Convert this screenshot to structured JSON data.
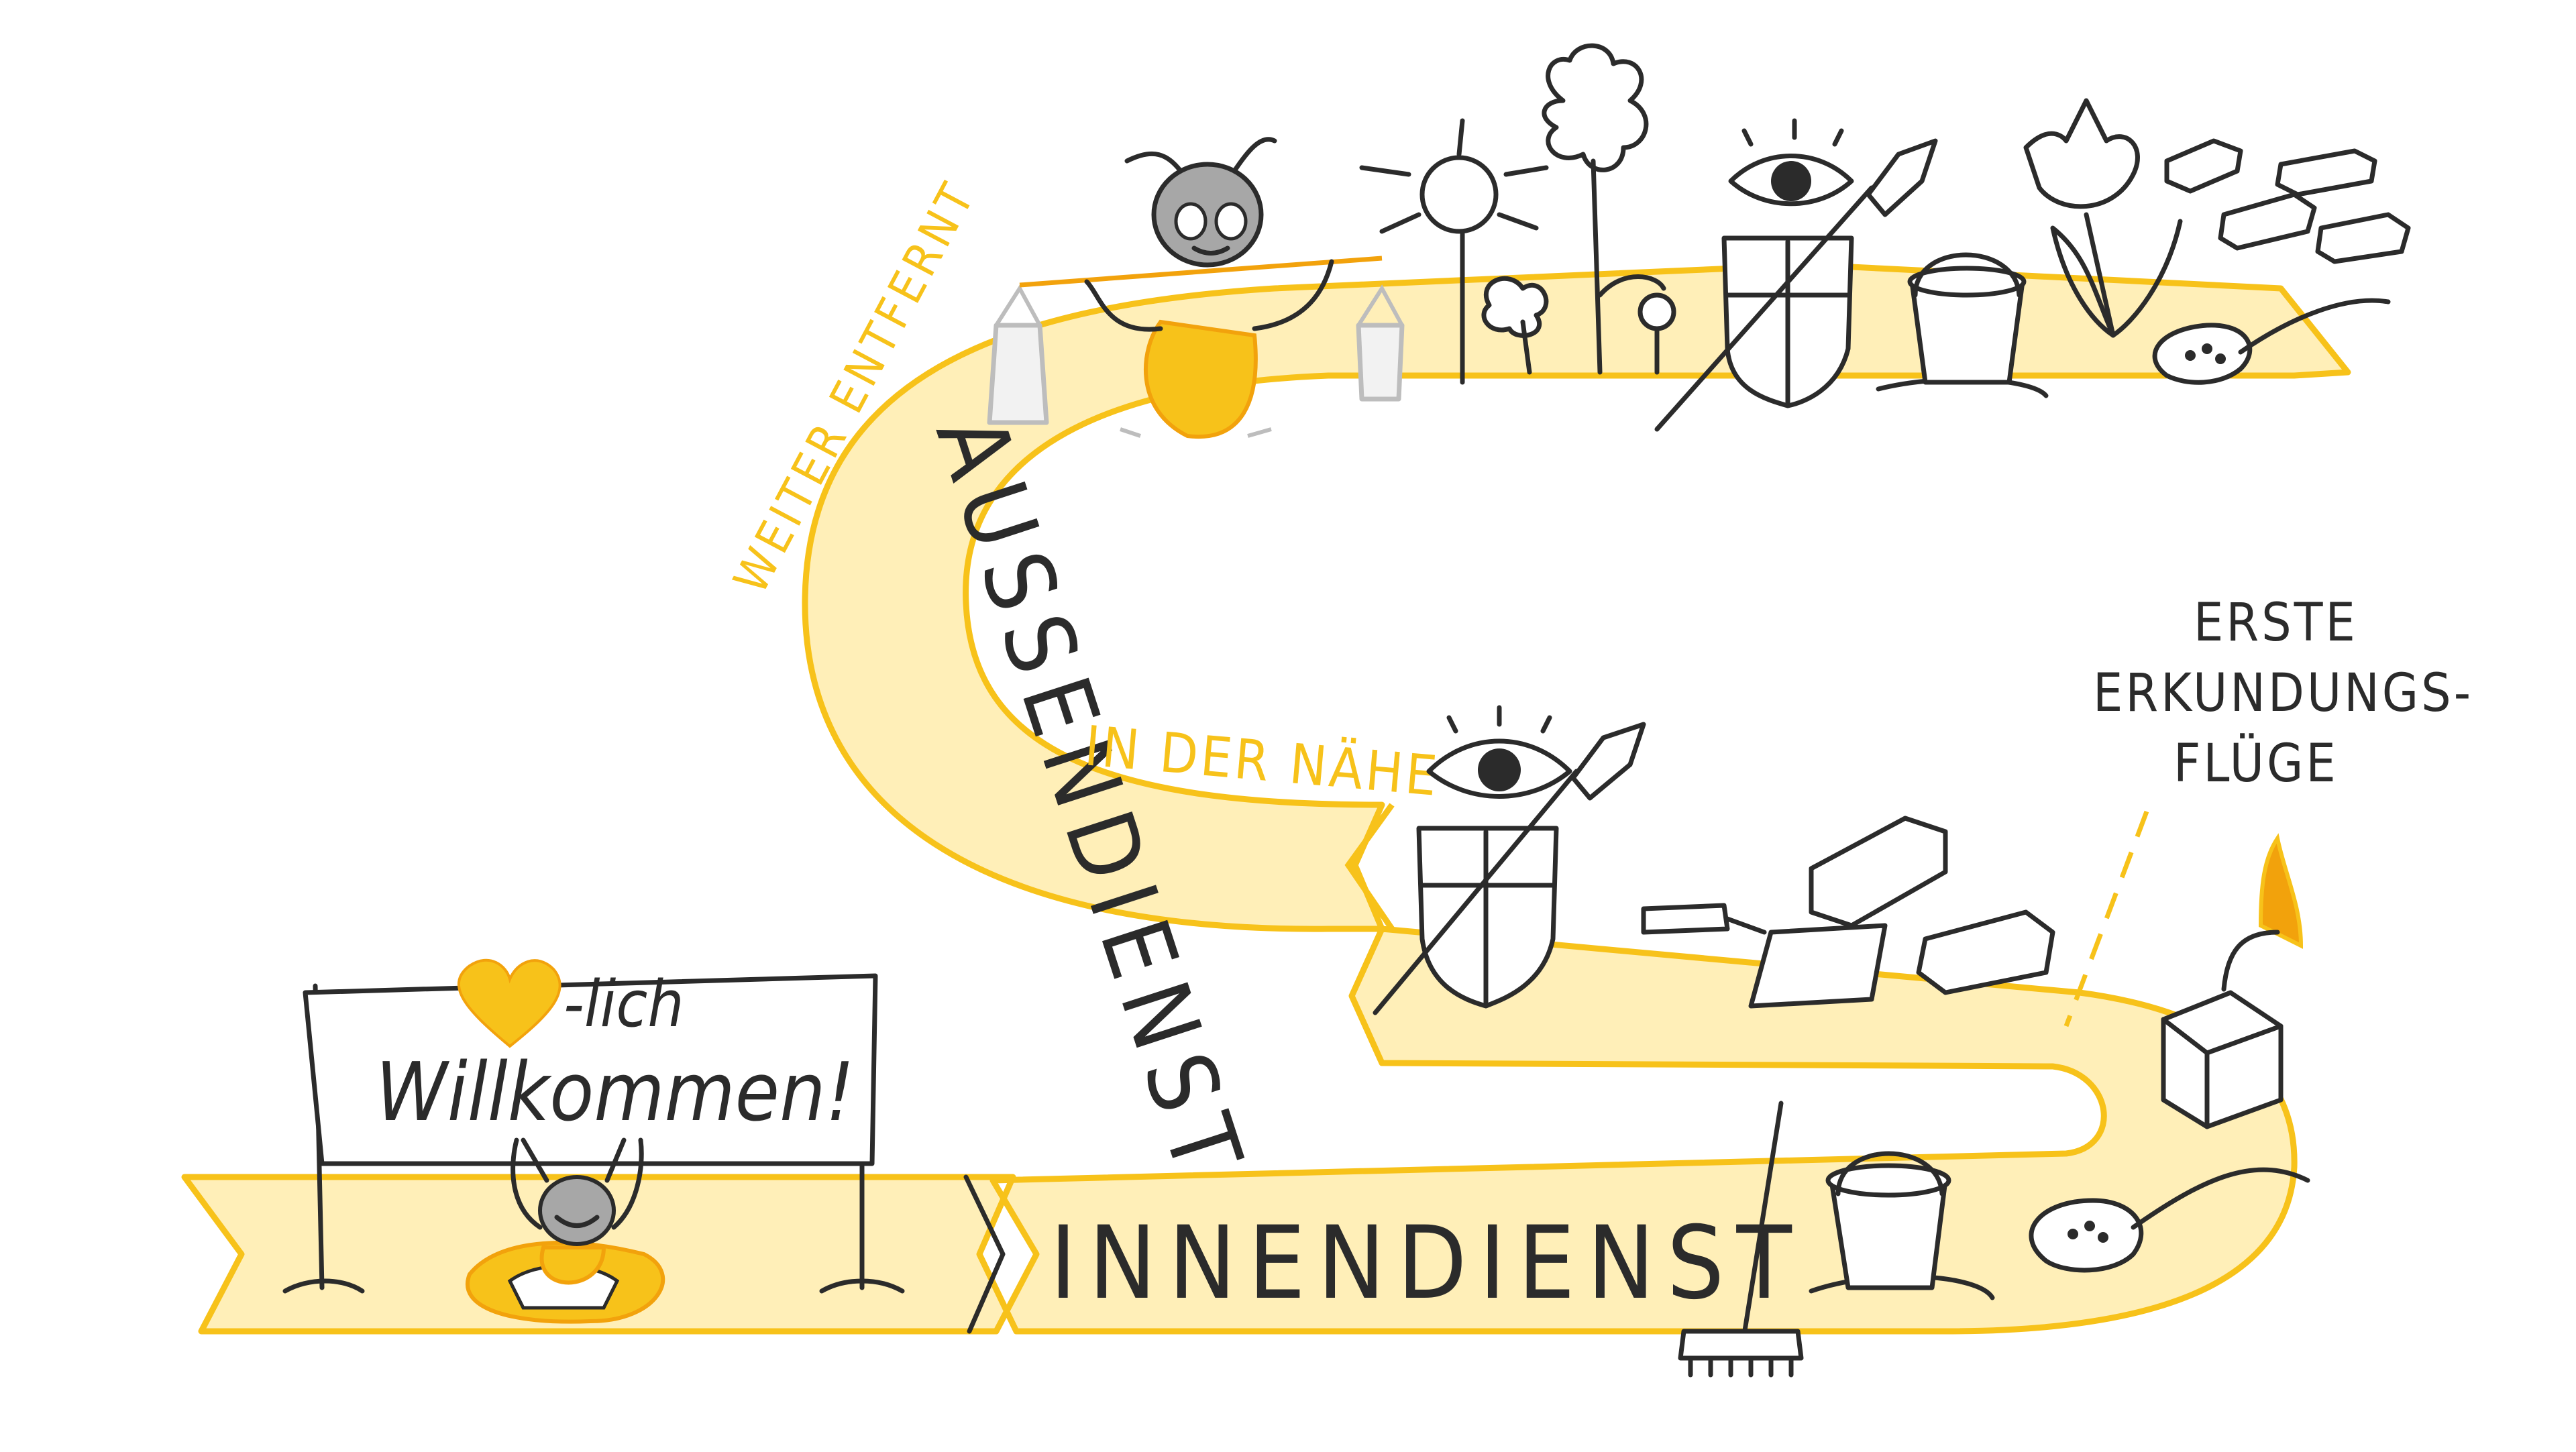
{
  "colors": {
    "ribbon_fill": "#FFEFB8",
    "ribbon_edge": "#F7C21A",
    "accent_orange": "#F2A20C",
    "ink": "#2B2B2B",
    "ant_grey": "#A7A7A7"
  },
  "labels": {
    "innendienst": "INNENDIENST",
    "aussendienst": "AUSSENDIENST",
    "weiter_entfernt": "WEITER ENTFERNT",
    "in_der_naehe": "IN DER NÄHE",
    "erste_erkundungsfluege": [
      "ERSTE",
      "ERKUNDUNGS-",
      "FLÜGE"
    ]
  },
  "banner": {
    "heart_suffix": "-lich",
    "welcome": "Willkommen!"
  },
  "icons": [
    "heart-icon",
    "ant-icon",
    "broom-icon",
    "bucket-icon",
    "spoon-icon",
    "box-icon",
    "brick-icon",
    "trowel-icon",
    "shield-icon",
    "eye-icon",
    "spear-icon",
    "flower-icon",
    "tulip-icon",
    "daisy-icon"
  ]
}
